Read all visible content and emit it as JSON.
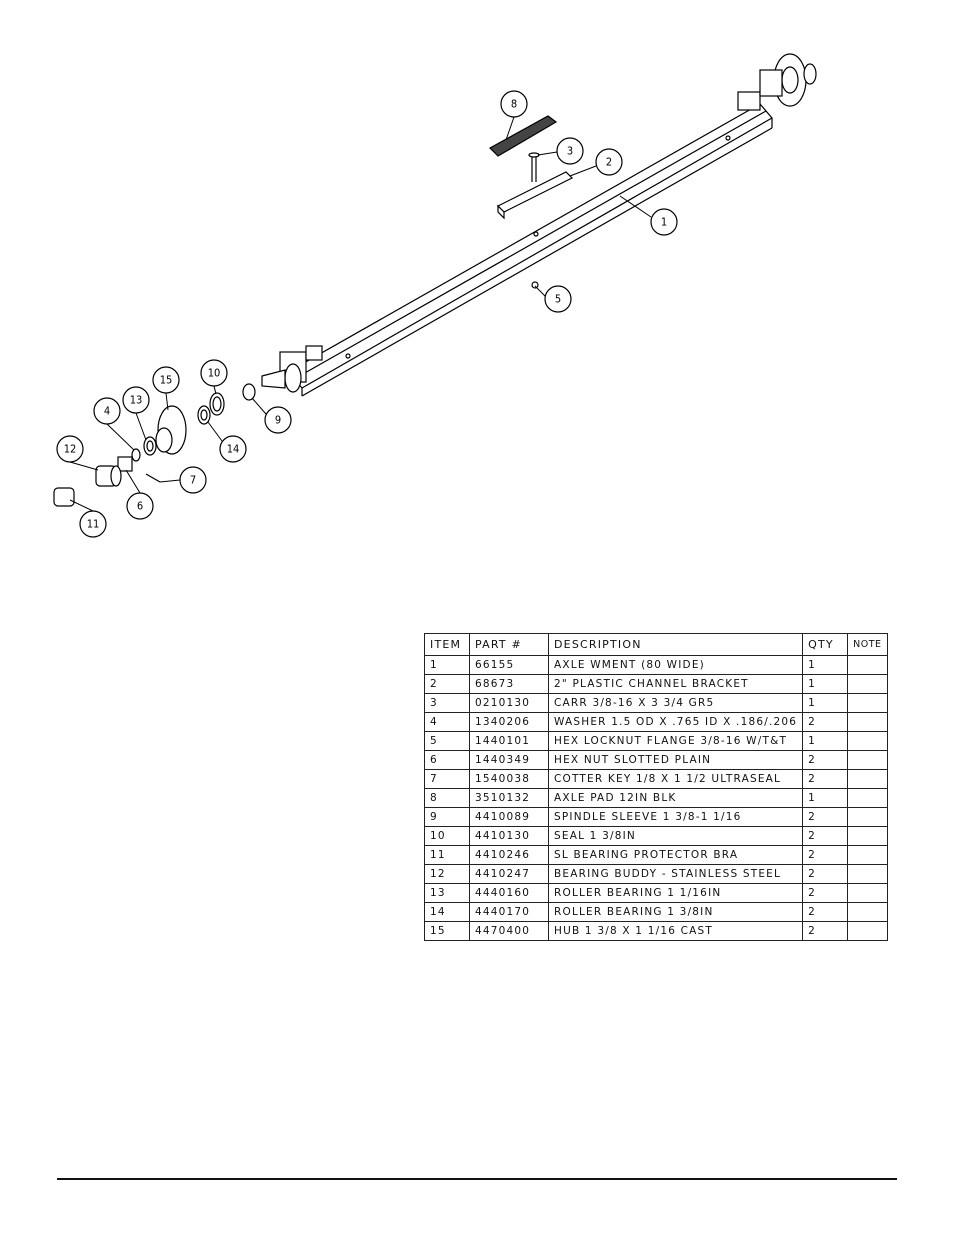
{
  "balloons": [
    "1",
    "2",
    "3",
    "4",
    "5",
    "6",
    "7",
    "8",
    "9",
    "10",
    "11",
    "12",
    "13",
    "14",
    "15"
  ],
  "table": {
    "headers": {
      "item": "ITEM",
      "part": "PART #",
      "description": "DESCRIPTION",
      "qty": "QTY",
      "note": "NOTE"
    },
    "rows": [
      {
        "item": "1",
        "part": "66155",
        "description": "AXLE WMENT (80 WIDE)",
        "qty": "1",
        "note": ""
      },
      {
        "item": "2",
        "part": "68673",
        "description": "2\" PLASTIC CHANNEL BRACKET",
        "qty": "1",
        "note": ""
      },
      {
        "item": "3",
        "part": "0210130",
        "description": "CARR 3/8-16 X 3 3/4 GR5",
        "qty": "1",
        "note": ""
      },
      {
        "item": "4",
        "part": "1340206",
        "description": "WASHER 1.5 OD X .765 ID X .186/.206",
        "qty": "2",
        "note": ""
      },
      {
        "item": "5",
        "part": "1440101",
        "description": "HEX LOCKNUT FLANGE 3/8-16 W/T&T",
        "qty": "1",
        "note": ""
      },
      {
        "item": "6",
        "part": "1440349",
        "description": "HEX NUT SLOTTED PLAIN",
        "qty": "2",
        "note": ""
      },
      {
        "item": "7",
        "part": "1540038",
        "description": "COTTER KEY 1/8 X 1 1/2 ULTRASEAL",
        "qty": "2",
        "note": ""
      },
      {
        "item": "8",
        "part": "3510132",
        "description": "AXLE PAD 12IN  BLK",
        "qty": "1",
        "note": ""
      },
      {
        "item": "9",
        "part": "4410089",
        "description": "SPINDLE SLEEVE  1 3/8-1 1/16",
        "qty": "2",
        "note": ""
      },
      {
        "item": "10",
        "part": "4410130",
        "description": "SEAL  1 3/8IN",
        "qty": "2",
        "note": ""
      },
      {
        "item": "11",
        "part": "4410246",
        "description": "SL BEARING PROTECTOR BRA",
        "qty": "2",
        "note": ""
      },
      {
        "item": "12",
        "part": "4410247",
        "description": "BEARING BUDDY - STAINLESS STEEL",
        "qty": "2",
        "note": ""
      },
      {
        "item": "13",
        "part": "4440160",
        "description": "ROLLER BEARING   1 1/16IN",
        "qty": "2",
        "note": ""
      },
      {
        "item": "14",
        "part": "4440170",
        "description": "ROLLER BEARING   1 3/8IN",
        "qty": "2",
        "note": ""
      },
      {
        "item": "15",
        "part": "4470400",
        "description": "HUB   1 3/8 X 1 1/16 CAST",
        "qty": "2",
        "note": ""
      }
    ]
  }
}
